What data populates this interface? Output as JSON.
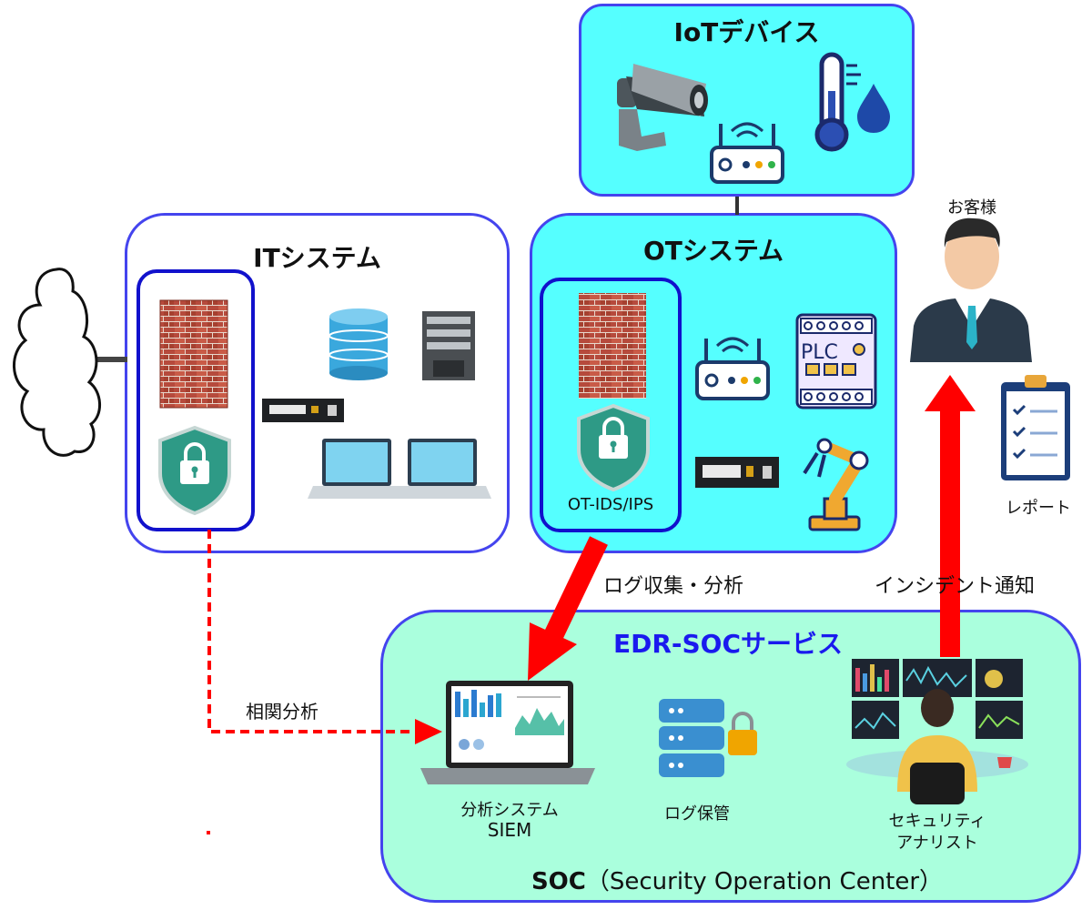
{
  "iot": {
    "title": "IoTデバイス"
  },
  "it": {
    "title": "ITシステム"
  },
  "ot": {
    "title": "OTシステム",
    "ids_label": "OT-IDS/IPS",
    "plc_label": "PLC"
  },
  "customer": {
    "label": "お客様",
    "report_label": "レポート"
  },
  "soc": {
    "service_title": "EDR-SOCサービス",
    "footer_bold": "SOC",
    "footer_rest": "（Security Operation Center）",
    "siem_label_1": "分析システム",
    "siem_label_2": "SIEM",
    "log_storage_label": "ログ保管",
    "analyst_label_1": "セキュリティ",
    "analyst_label_2": "アナリスト"
  },
  "flows": {
    "log_collection": "ログ収集・分析",
    "incident_notice": "インシデント通知",
    "correlation": "相関分析"
  },
  "colors": {
    "cyan": "#55ffff",
    "mint": "#aaffdd",
    "border_blue": "#4444ee",
    "inner_blue": "#1111cc",
    "arrow_red": "#ff0000",
    "title_blue": "#1a1aee"
  }
}
